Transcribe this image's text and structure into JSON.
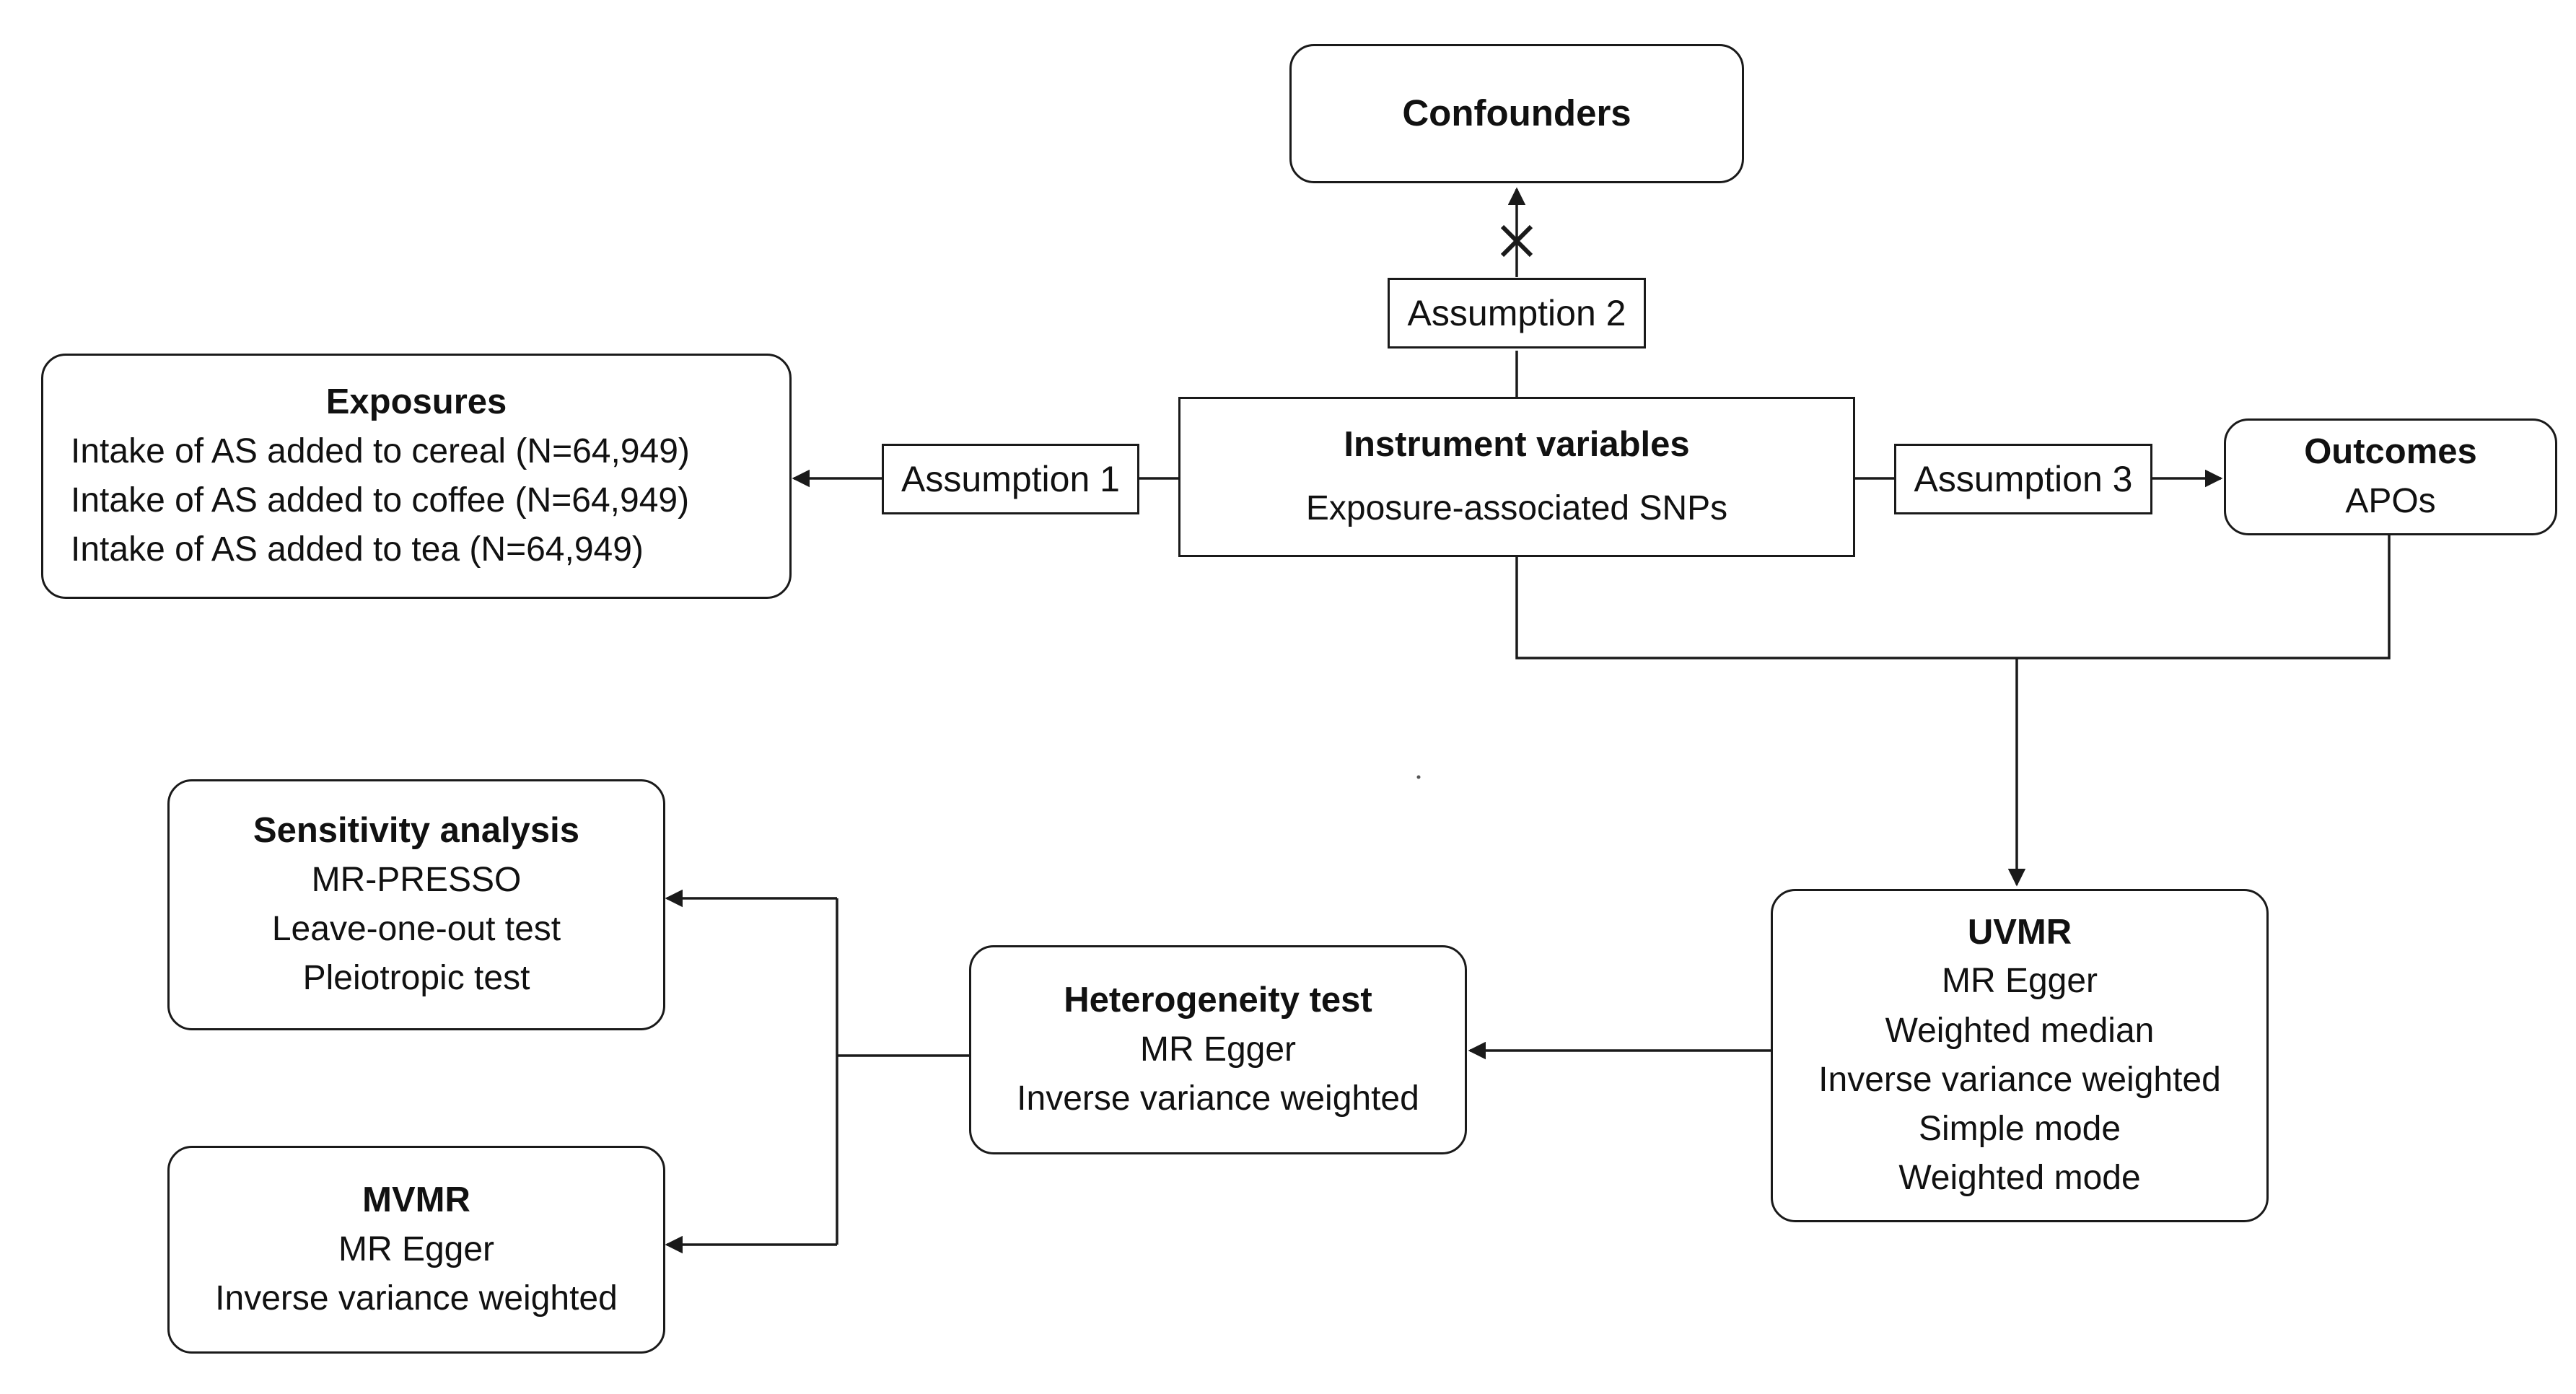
{
  "confounders": {
    "title": "Confounders"
  },
  "assumptions": {
    "a1": "Assumption 1",
    "a2": "Assumption 2",
    "a3": "Assumption 3"
  },
  "exposures": {
    "title": "Exposures",
    "items": [
      "Intake of AS added to cereal (N=64,949)",
      "Intake of AS added to coffee (N=64,949)",
      "Intake of AS added to tea (N=64,949)"
    ]
  },
  "instruments": {
    "title": "Instrument variables",
    "subtitle": "Exposure-associated SNPs"
  },
  "outcomes": {
    "title": "Outcomes",
    "subtitle": "APOs"
  },
  "uvmr": {
    "title": "UVMR",
    "items": [
      "MR Egger",
      "Weighted median",
      "Inverse variance weighted",
      "Simple mode",
      "Weighted mode"
    ]
  },
  "heterogeneity": {
    "title": "Heterogeneity test",
    "items": [
      "MR Egger",
      "Inverse variance weighted"
    ]
  },
  "sensitivity": {
    "title": "Sensitivity analysis",
    "items": [
      "MR-PRESSO",
      "Leave-one-out test",
      "Pleiotropic test"
    ]
  },
  "mvmr": {
    "title": "MVMR",
    "items": [
      "MR Egger",
      "Inverse variance weighted"
    ]
  }
}
